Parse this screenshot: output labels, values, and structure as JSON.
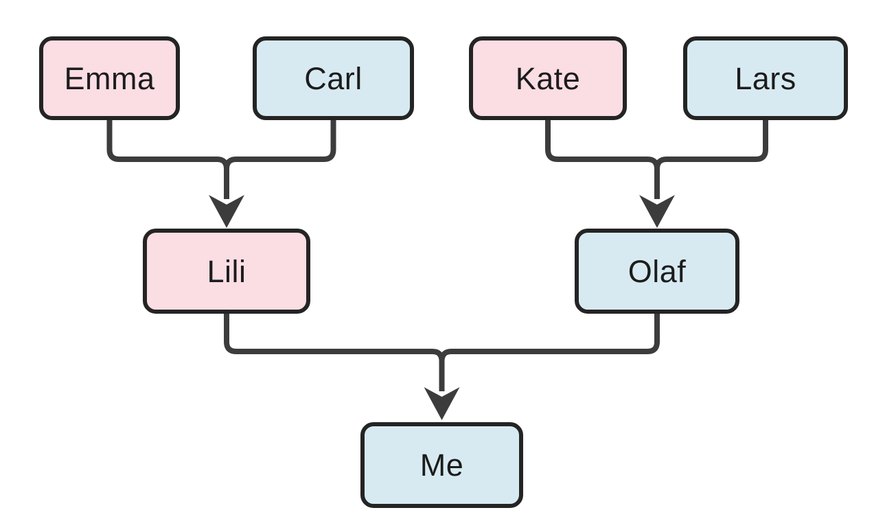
{
  "colors": {
    "female": "#fbdde4",
    "male": "#d8eaf1",
    "border": "#242424",
    "line": "#3c3c3c",
    "text": "#1c1c1c",
    "canvas": "#ffffff"
  },
  "nodes": {
    "emma": {
      "label": "Emma",
      "gender": "female"
    },
    "carl": {
      "label": "Carl",
      "gender": "male"
    },
    "kate": {
      "label": "Kate",
      "gender": "female"
    },
    "lars": {
      "label": "Lars",
      "gender": "male"
    },
    "lili": {
      "label": "Lili",
      "gender": "female"
    },
    "olaf": {
      "label": "Olaf",
      "gender": "male"
    },
    "me": {
      "label": "Me",
      "gender": "male"
    }
  },
  "edges": [
    {
      "parents": [
        "Emma",
        "Carl"
      ],
      "child": "Lili"
    },
    {
      "parents": [
        "Kate",
        "Lars"
      ],
      "child": "Olaf"
    },
    {
      "parents": [
        "Lili",
        "Olaf"
      ],
      "child": "Me"
    }
  ]
}
